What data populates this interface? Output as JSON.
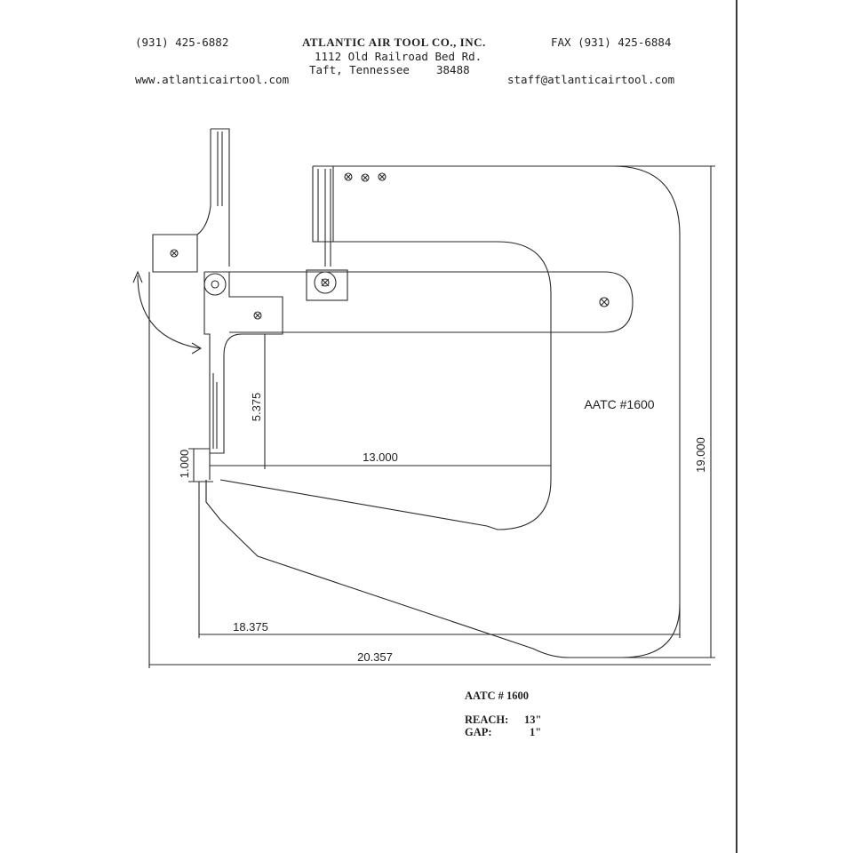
{
  "header": {
    "phone": "(931) 425-6882",
    "company": "ATLANTIC AIR TOOL CO., INC.",
    "fax": "FAX (931) 425-6884",
    "address_line1": "1112 Old Railroad Bed Rd.",
    "address_line2": "Taft, Tennessee    38488",
    "website": "www.atlanticairtool.com",
    "email": "staff@atlanticairtool.com"
  },
  "drawing": {
    "model_label": "AATC #1600",
    "dimensions": {
      "d_5375": "5.375",
      "d_13000": "13.000",
      "d_1000": "1.000",
      "d_19000": "19.000",
      "d_18375": "18.375",
      "d_20357": "20.357"
    }
  },
  "specs": {
    "title": "AATC # 1600",
    "reach_label": "REACH:",
    "reach_value": "13\"",
    "gap_label": "GAP:",
    "gap_value": "1\""
  }
}
